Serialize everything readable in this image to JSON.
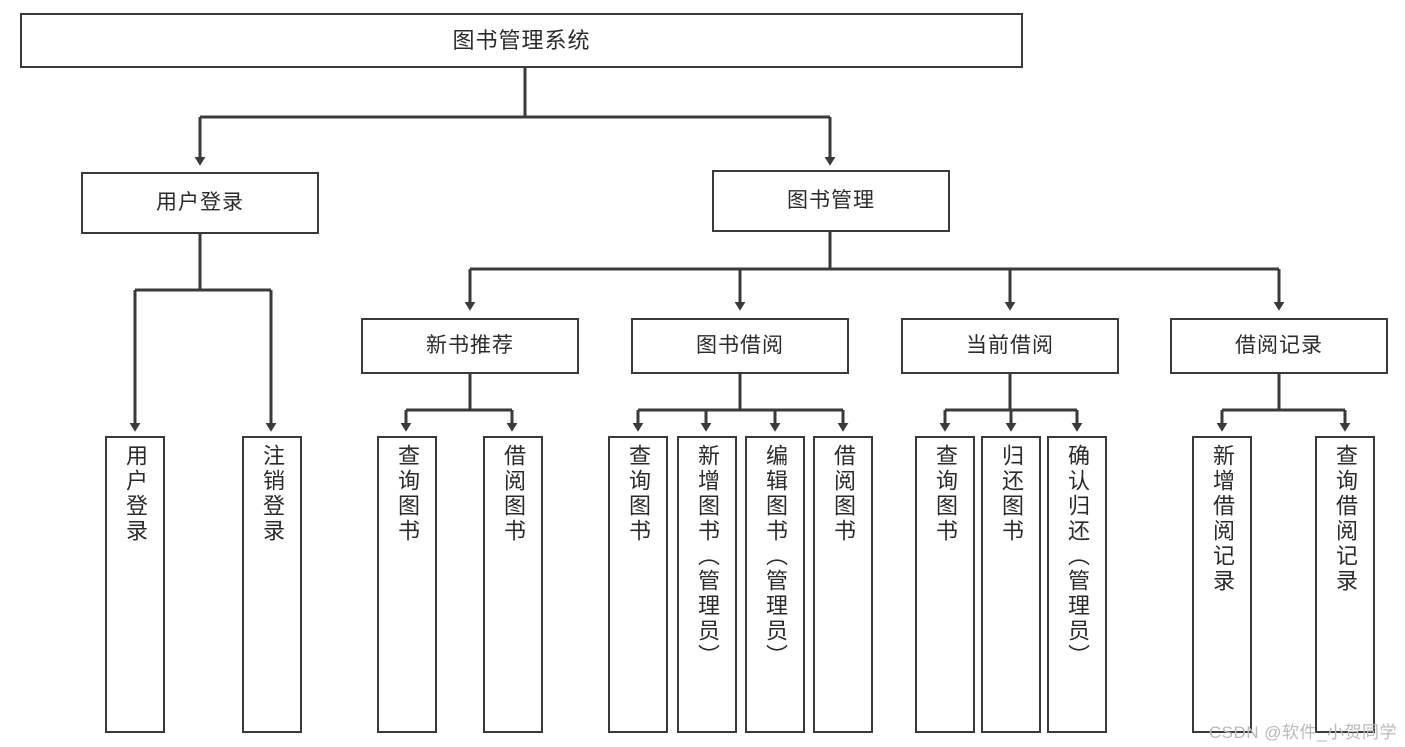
{
  "diagram": {
    "type": "tree-hierarchy-chart",
    "title": "图书管理系统",
    "watermark": "CSDN @软件_小贺同学",
    "colors": {
      "stroke": "#3a3a3a",
      "background": "#ffffff",
      "text": "#2b2b2b",
      "watermark": "#b9b9b9"
    },
    "nodes": {
      "root": {
        "label": "图书管理系统"
      },
      "level1": [
        {
          "id": "user-login",
          "label": "用户登录"
        },
        {
          "id": "book-manage",
          "label": "图书管理"
        }
      ],
      "level2": [
        {
          "id": "new-book-recommend",
          "label": "新书推荐",
          "parent": "book-manage"
        },
        {
          "id": "book-borrow",
          "label": "图书借阅",
          "parent": "book-manage"
        },
        {
          "id": "current-borrow",
          "label": "当前借阅",
          "parent": "book-manage"
        },
        {
          "id": "borrow-record",
          "label": "借阅记录",
          "parent": "book-manage"
        }
      ],
      "leaves": [
        {
          "id": "leaf-user-login",
          "label": "用户登录",
          "parent": "user-login"
        },
        {
          "id": "leaf-user-logout",
          "label": "注销登录",
          "parent": "user-login"
        },
        {
          "id": "leaf-query-book-1",
          "label": "查询图书",
          "parent": "new-book-recommend"
        },
        {
          "id": "leaf-borrow-book-1",
          "label": "借阅图书",
          "parent": "new-book-recommend"
        },
        {
          "id": "leaf-query-book-2",
          "label": "查询图书",
          "parent": "book-borrow"
        },
        {
          "id": "leaf-add-book",
          "label": "新增图书（管理员）",
          "parent": "book-borrow"
        },
        {
          "id": "leaf-edit-book",
          "label": "编辑图书（管理员）",
          "parent": "book-borrow"
        },
        {
          "id": "leaf-borrow-book-2",
          "label": "借阅图书",
          "parent": "book-borrow"
        },
        {
          "id": "leaf-query-book-3",
          "label": "查询图书",
          "parent": "current-borrow"
        },
        {
          "id": "leaf-return-book",
          "label": "归还图书",
          "parent": "current-borrow"
        },
        {
          "id": "leaf-confirm-return",
          "label": "确认归还（管理员）",
          "parent": "current-borrow"
        },
        {
          "id": "leaf-add-record",
          "label": "新增借阅记录",
          "parent": "borrow-record"
        },
        {
          "id": "leaf-query-record",
          "label": "查询借阅记录",
          "parent": "borrow-record"
        }
      ]
    }
  }
}
